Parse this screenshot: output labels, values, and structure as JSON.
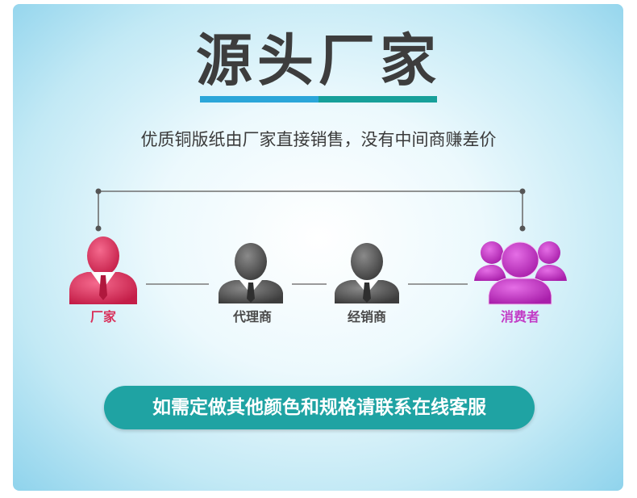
{
  "title": "源头厂家",
  "subtitle": "优质铜版纸由厂家直接销售，没有中间商赚差价",
  "nodes": [
    {
      "label": "厂家",
      "icon": "manufacturer-person-icon",
      "color": "#d9305a"
    },
    {
      "label": "代理商",
      "icon": "agent-person-icon",
      "color": "#4a4a4a"
    },
    {
      "label": "经销商",
      "icon": "distributor-person-icon",
      "color": "#4a4a4a"
    },
    {
      "label": "消费者",
      "icon": "consumers-group-icon",
      "color": "#c23bc6"
    }
  ],
  "cta_text": "如需定做其他颜色和规格请联系在线客服",
  "colors": {
    "title_bar_left": "#2ba6d9",
    "title_bar_right": "#17a09a",
    "cta_background": "#1fa3a3"
  }
}
